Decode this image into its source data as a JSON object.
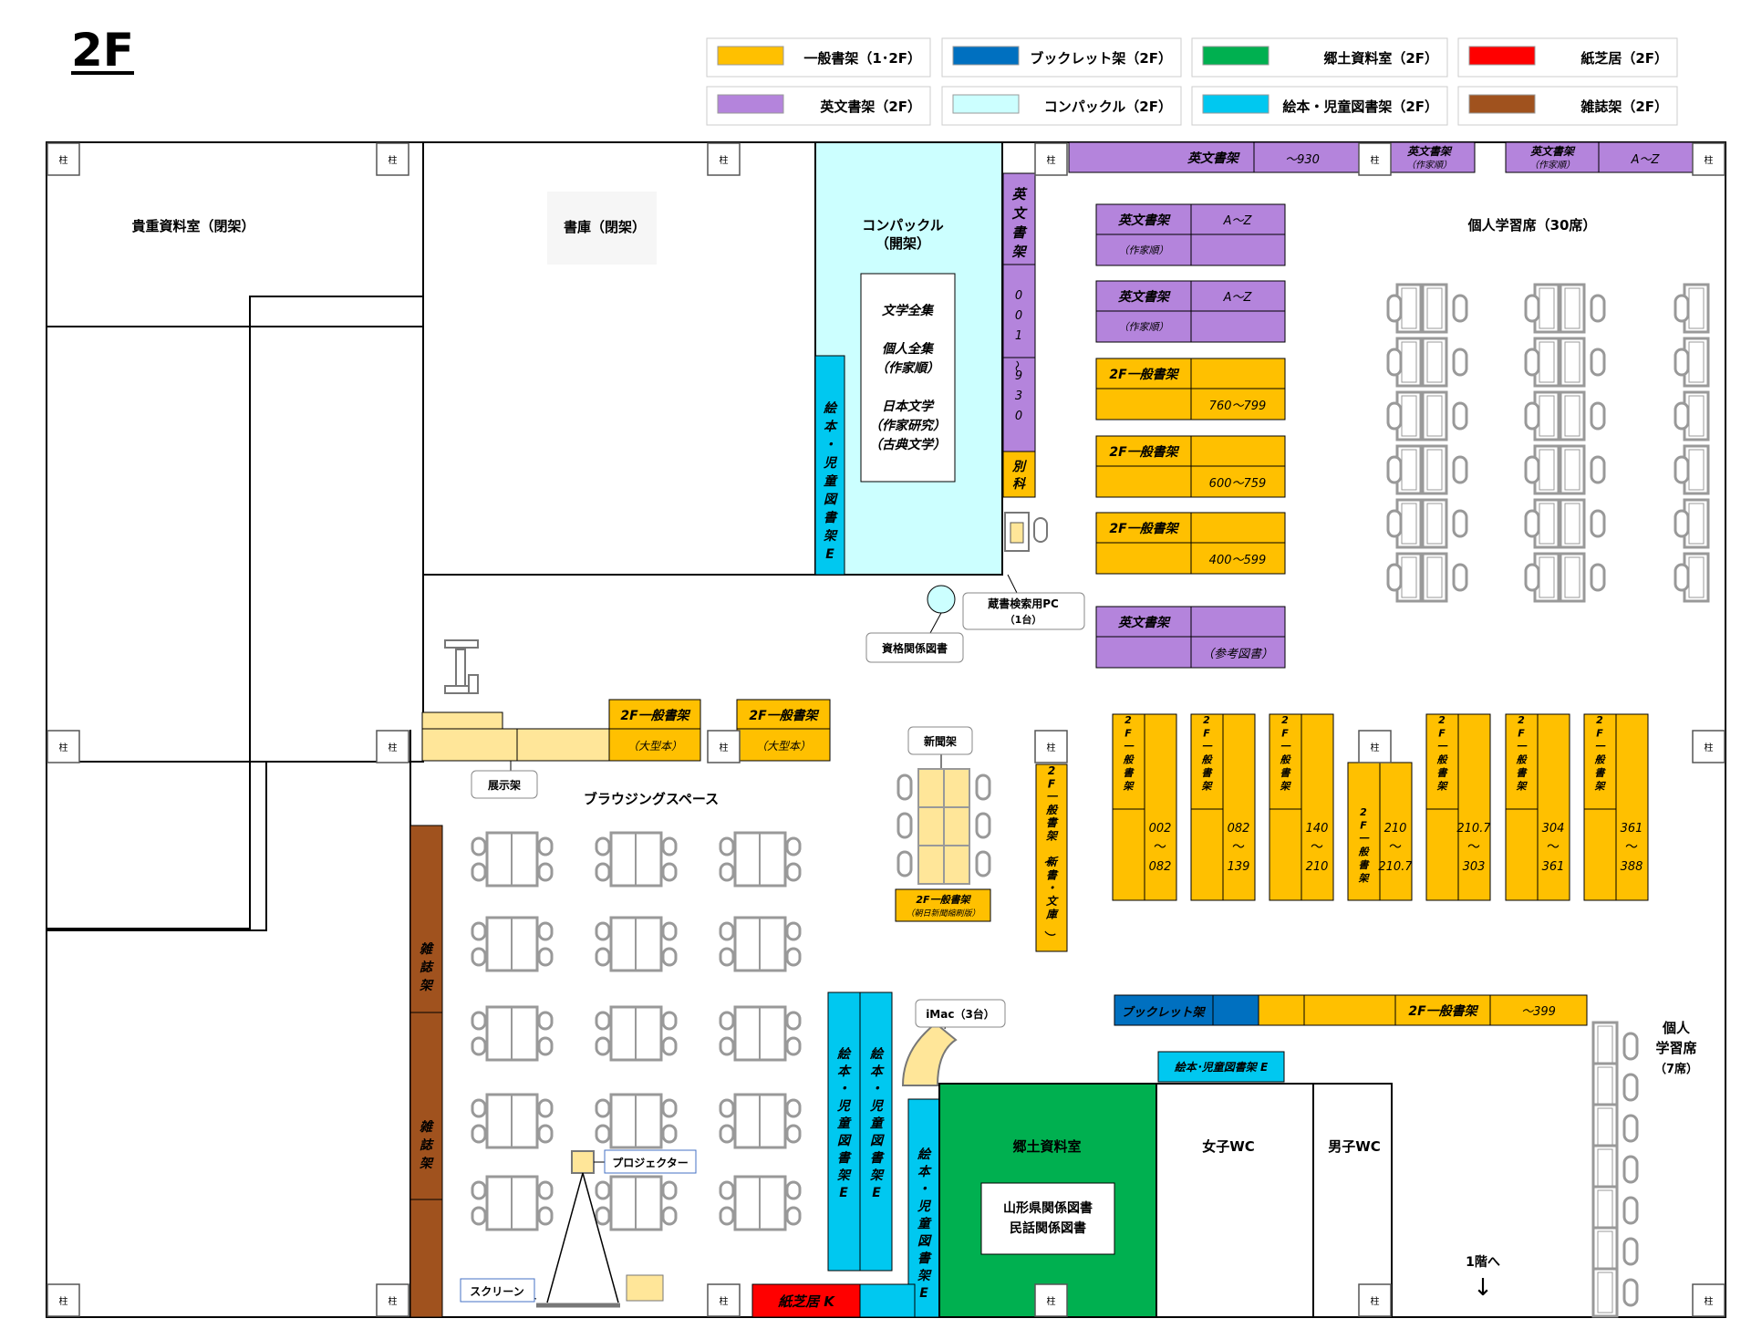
{
  "floor_title": "2F",
  "legend": [
    {
      "label": "一般書架（1･2F）",
      "color": "#FFC000"
    },
    {
      "label": "ブックレット架（2F）",
      "color": "#0070C0"
    },
    {
      "label": "郷土資料室（2F）",
      "color": "#00B050"
    },
    {
      "label": "紙芝居（2F）",
      "color": "#FF0000"
    },
    {
      "label": "英文書架（2F）",
      "color": "#B484DC"
    },
    {
      "label": "コンパックル（2F）",
      "color": "#CCFFFF"
    },
    {
      "label": "絵本・児童図書架（2F）",
      "color": "#00C8F0"
    },
    {
      "label": "雑誌架（2F）",
      "color": "#A0521E"
    }
  ],
  "colors": {
    "general": "#FFC000",
    "english": "#B484DC",
    "compack": "#CCFFFF",
    "childrens": "#00C8F0",
    "local": "#00B050",
    "magazine": "#A0521E",
    "kamishibai": "#FF0000",
    "booklet": "#0070C0",
    "pale": "#FFE699"
  },
  "pillar": "柱",
  "rooms": {
    "rare": "貴重資料室（閉架）",
    "stacks": "書庫（閉架）",
    "compack_title": "コンパックル",
    "compack_sub": "（開架）",
    "compack_box": [
      "文学全集",
      "個人全集",
      "（作家順）",
      "日本文学",
      "（作家研究）",
      "（古典文学）"
    ],
    "study30": "個人学習席（30席）",
    "browsing": "ブラウジングスペース",
    "local_room": "郷土資料室",
    "local_box": [
      "山形県関係図書",
      "民話関係図書"
    ],
    "womens_wc": "女子WC",
    "mens_wc": "男子WC",
    "stairs": "1階へ",
    "stairs_arrow": "↓",
    "study7": [
      "個人",
      "学習席",
      "（7席）"
    ]
  },
  "callouts": {
    "search_pc": [
      "蔵書検索用PC",
      "（1台）"
    ],
    "qualification": "資格関係図書",
    "newspaper": "新聞架",
    "display": "展示架",
    "imac": "iMac（3台）",
    "projector": "プロジェクター",
    "screen": "スクリーン"
  },
  "labels": {
    "english": "英文書架",
    "english_col": "英文書架",
    "english_range": "001〜930",
    "top_to930": "〜930",
    "top_author": "（作家順）",
    "az": "A〜Z",
    "author_order": "（作家順）",
    "reference": "（参考図書）",
    "general2f": "2F一般書架",
    "r760": "760〜799",
    "r600": "600〜759",
    "r400": "400〜599",
    "large": "（大型本）",
    "betsuka": "別科",
    "shinsho": "2F一般書架（新書・文庫）",
    "asahi": "（朝日新聞縮刷版）",
    "booklet": "ブックレット架",
    "to399": "〜399",
    "ehon_e_col": "絵本・児童図書架E",
    "ehon_e_row": "絵本･児童図書架 E",
    "magazine": "雑誌架",
    "kamishibai": "紙芝居 K",
    "bay_title": "2F一般書架",
    "bays": [
      {
        "from": "002",
        "to": "082"
      },
      {
        "from": "082",
        "to": "139"
      },
      {
        "from": "140",
        "to": "210"
      },
      {
        "from": "210",
        "to": "210.7"
      },
      {
        "from": "210.7",
        "to": "303"
      },
      {
        "from": "304",
        "to": "361"
      },
      {
        "from": "361",
        "to": "388"
      }
    ]
  }
}
